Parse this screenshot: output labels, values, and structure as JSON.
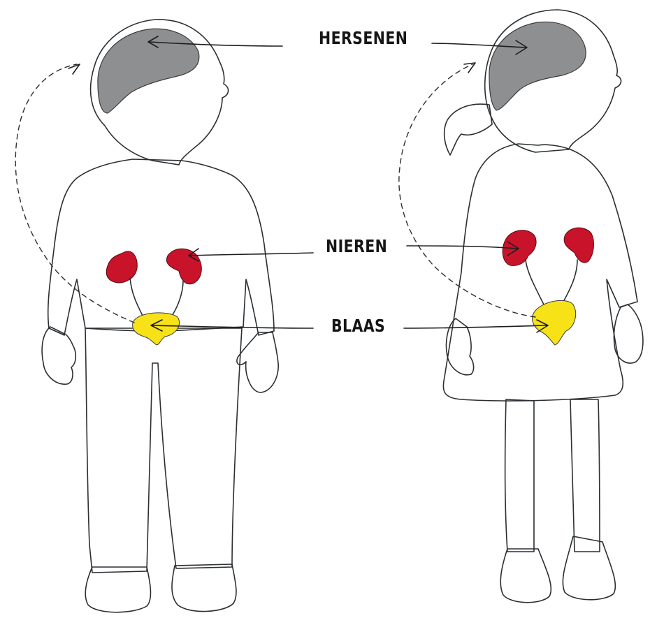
{
  "labels": {
    "brain": "HERSENEN",
    "kidneys": "NIEREN",
    "bladder": "BLAAS"
  },
  "colors": {
    "body": "#a9dcea",
    "brain": "#8e8f91",
    "kidney": "#c8132b",
    "bladder": "#f7e218",
    "outline": "#2b2f32"
  }
}
